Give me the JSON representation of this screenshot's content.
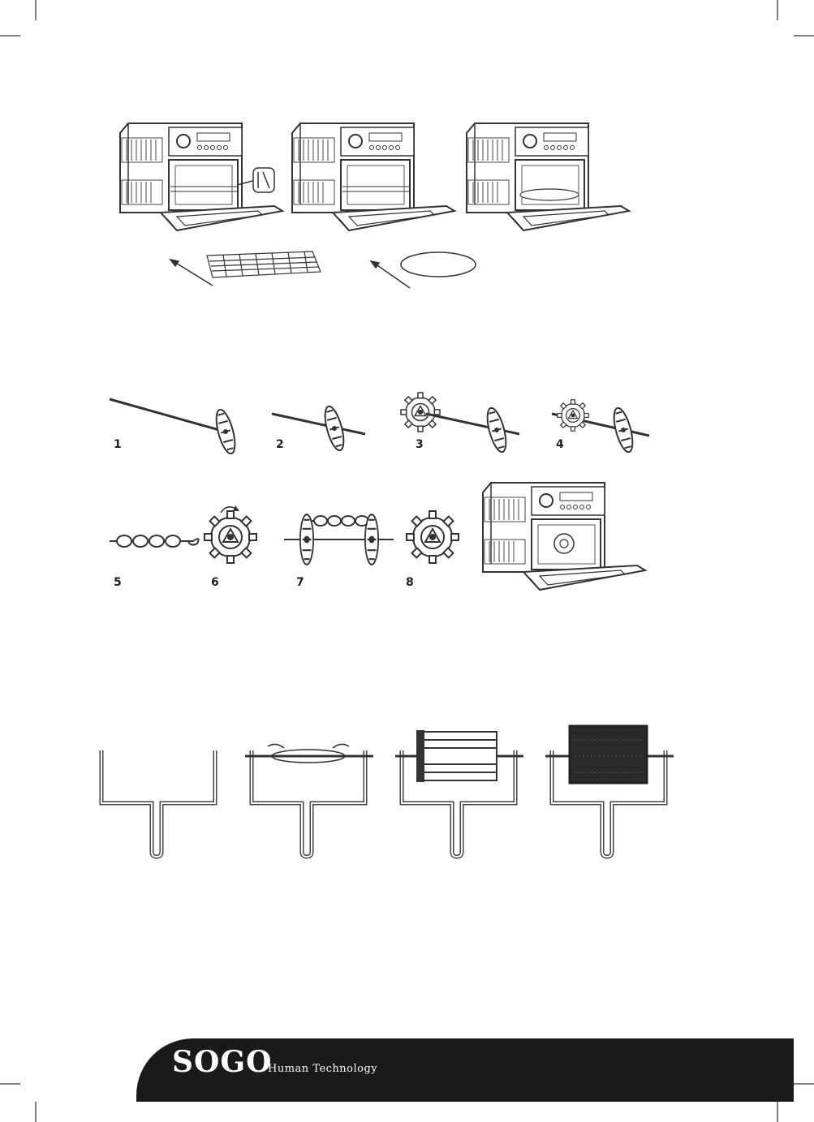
{
  "steps": [
    "1",
    "2",
    "3",
    "4",
    "5",
    "6",
    "7",
    "8"
  ],
  "footer": {
    "brand": "SOGO",
    "tagline": "Human Technology"
  },
  "colors": {
    "line": "#333333",
    "footer_bg": "#1a1a1a",
    "footer_text": "#ffffff"
  }
}
